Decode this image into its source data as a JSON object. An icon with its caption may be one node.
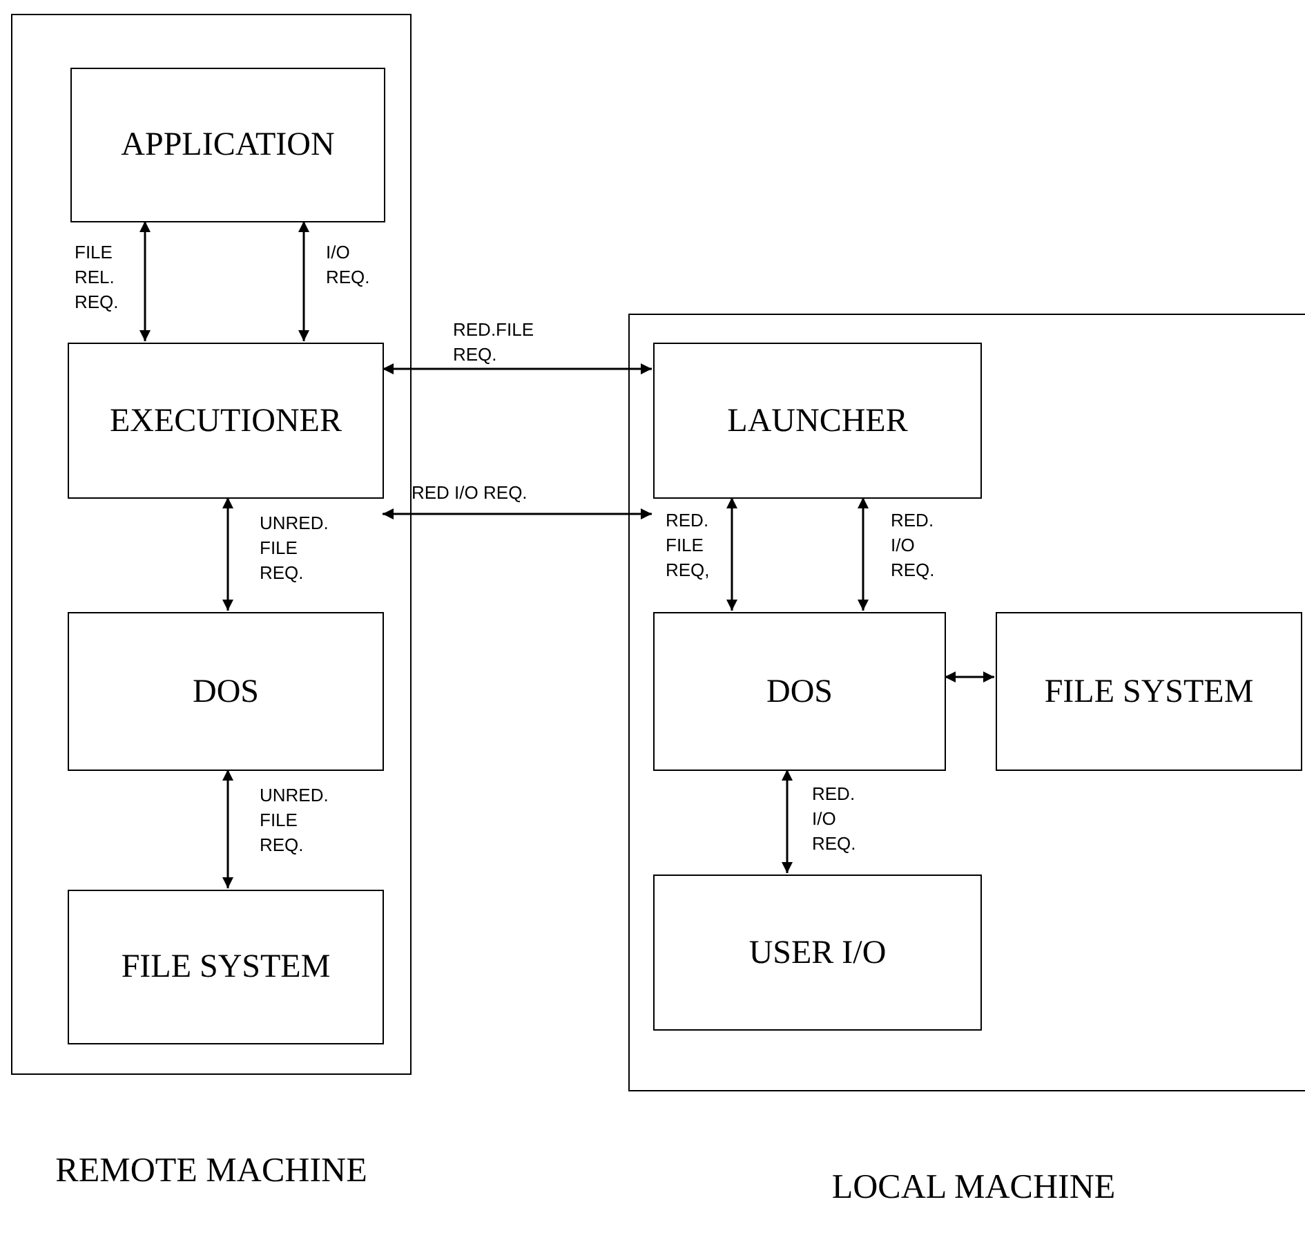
{
  "diagram": {
    "nodes": [
      {
        "text": [
          "REMOTE MACHINE"
        ]
      },
      {
        "text": [
          "APPLICATION"
        ],
        "in": 0
      },
      {
        "text": [
          "EXECUTIONER"
        ],
        "in": 0
      },
      {
        "text": [
          "DOS"
        ],
        "in": 0
      },
      {
        "text": [
          "FILE SYSTEM"
        ],
        "in": 0
      },
      {
        "text": [
          "LOCAL MACHINE"
        ]
      },
      {
        "text": [
          "LAUNCHER"
        ],
        "in": 5
      },
      {
        "text": [
          "DOS"
        ],
        "in": 5
      },
      {
        "text": [
          "FILE SYSTEM"
        ],
        "in": 5
      },
      {
        "text": [
          "USER I/O"
        ],
        "in": 5
      }
    ],
    "edges": [
      {
        "from": 1,
        "to": 2,
        "arrow": "both",
        "label": "FILE REL. REQ."
      },
      {
        "from": 1,
        "to": 2,
        "arrow": "both",
        "label": "I/O REQ."
      },
      {
        "from": 2,
        "to": 6,
        "arrow": "both",
        "label": "RED.FILE REQ."
      },
      {
        "from": 2,
        "to": 6,
        "arrow": "both",
        "label": "RED I/O REQ."
      },
      {
        "from": 2,
        "to": 3,
        "arrow": "both",
        "label": "UNRED. FILE REQ."
      },
      {
        "from": 3,
        "to": 4,
        "arrow": "both",
        "label": "UNRED. FILE REQ."
      },
      {
        "from": 6,
        "to": 7,
        "arrow": "both",
        "label": "RED. FILE REQ,"
      },
      {
        "from": 6,
        "to": 7,
        "arrow": "both",
        "label": "RED. I/O REQ."
      },
      {
        "from": 7,
        "to": 8,
        "arrow": "both"
      },
      {
        "from": 7,
        "to": 9,
        "arrow": "both",
        "label": "RED. I/O REQ."
      }
    ]
  }
}
